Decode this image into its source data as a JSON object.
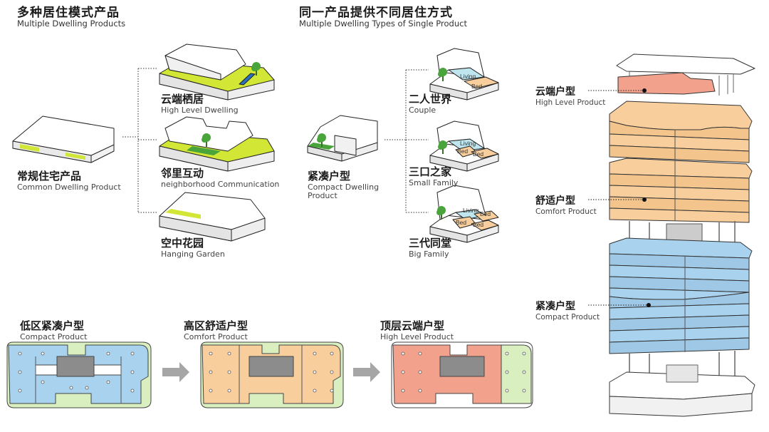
{
  "section1": {
    "title_cn": "多种居住模式产品",
    "title_en": "Multiple Dwelling Products"
  },
  "section2": {
    "title_cn": "同一产品提供不同居住方式",
    "title_en": "Multiple Dwelling Types of Single Product"
  },
  "common": {
    "cn": "常规住宅产品",
    "en": "Common Dwelling Product"
  },
  "high_level_dwelling": {
    "cn": "云端栖居",
    "en": "High Level Dwelling"
  },
  "neighborhood": {
    "cn": "邻里互动",
    "en": "neighborhood Communication"
  },
  "hanging_garden": {
    "cn": "空中花园",
    "en": "Hanging Garden"
  },
  "compact_dwelling": {
    "cn": "紧凑户型",
    "en1": "Compact Dwelling",
    "en2": "Product"
  },
  "couple": {
    "cn": "二人世界",
    "en": "Couple"
  },
  "small_family": {
    "cn": "三口之家",
    "en": "Small Family"
  },
  "big_family": {
    "cn": "三代同堂",
    "en": "Big Family"
  },
  "rooms": {
    "living": "Living",
    "bed": "Bed"
  },
  "plans": [
    {
      "cn": "低区紧凑户型",
      "en": "Compact Product"
    },
    {
      "cn": "高区舒适户型",
      "en": "Comfort Product"
    },
    {
      "cn": "顶层云端户型",
      "en": "High Level Product"
    }
  ],
  "tower": {
    "high": {
      "cn": "云端户型",
      "en": "High Level Product"
    },
    "comfort": {
      "cn": "舒适户型",
      "en": "Comfort Product"
    },
    "compact": {
      "cn": "紧凑户型",
      "en": "Compact Product"
    }
  },
  "colors": {
    "blue": "#a9d2ee",
    "orange": "#f8cf9c",
    "salmon": "#f2a28c",
    "green": "#d9efbf",
    "lime": "#d2e635",
    "tree": "#4aa43c",
    "core": "#8c8c8c"
  }
}
